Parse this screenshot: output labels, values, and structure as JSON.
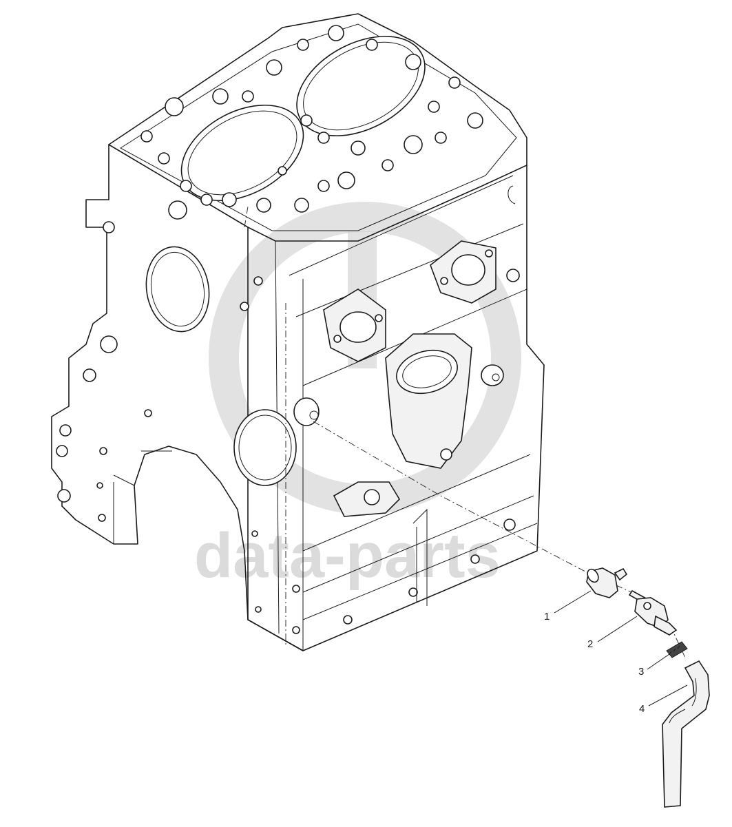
{
  "watermark": {
    "text": "data-parts",
    "color": "#d0d0d0"
  },
  "callouts": [
    {
      "number": "1",
      "part": "fitting"
    },
    {
      "number": "2",
      "part": "drain-cock"
    },
    {
      "number": "3",
      "part": "hose-clamp"
    },
    {
      "number": "4",
      "part": "drain-hose"
    }
  ],
  "colors": {
    "line": "#1a1a1a",
    "background": "#ffffff"
  }
}
